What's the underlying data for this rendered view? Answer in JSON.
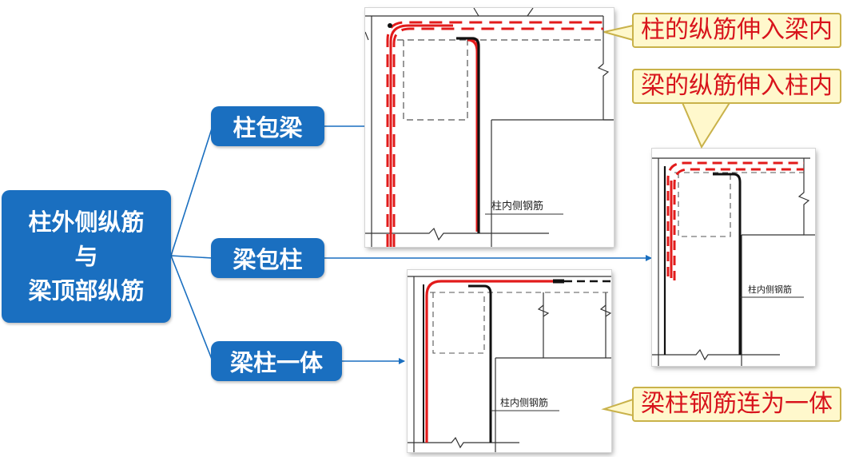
{
  "root": {
    "lines": [
      "柱外侧纵筋",
      "与",
      "梁顶部纵筋"
    ]
  },
  "branches": [
    {
      "label": "柱包梁"
    },
    {
      "label": "梁包柱"
    },
    {
      "label": "梁柱一体"
    }
  ],
  "panel_label": "柱内侧钢筋",
  "callouts": [
    "柱的纵筋伸入梁内",
    "梁的纵筋伸入柱内",
    "梁柱钢筋连为一体"
  ],
  "colors": {
    "node_fill": "#1a6fc0",
    "connector": "#1a6fc0",
    "callout_fill": "#fff8cc",
    "callout_border": "#c9b24a",
    "callout_text": "#d8141c",
    "rebar_red": "#e21b1b",
    "rebar_black": "#111111"
  }
}
